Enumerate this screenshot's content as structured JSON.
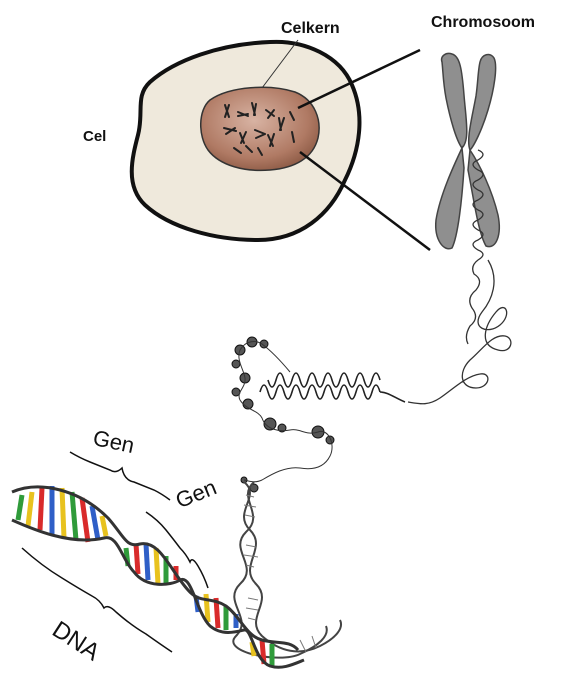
{
  "labels": {
    "cell": "Cel",
    "nucleus": "Celkern",
    "chromosome": "Chromosoom",
    "gene_1": "Gen",
    "gene_2": "Gen",
    "dna": "DNA"
  },
  "colors": {
    "cell_fill": "#efe9dc",
    "nucleus_fill": "#a66d55",
    "chromosome_fill": "#8f8f8f",
    "base_pair_colors": [
      "#d92b2b",
      "#2f5fc7",
      "#2f9b3a",
      "#e8c21e"
    ]
  }
}
